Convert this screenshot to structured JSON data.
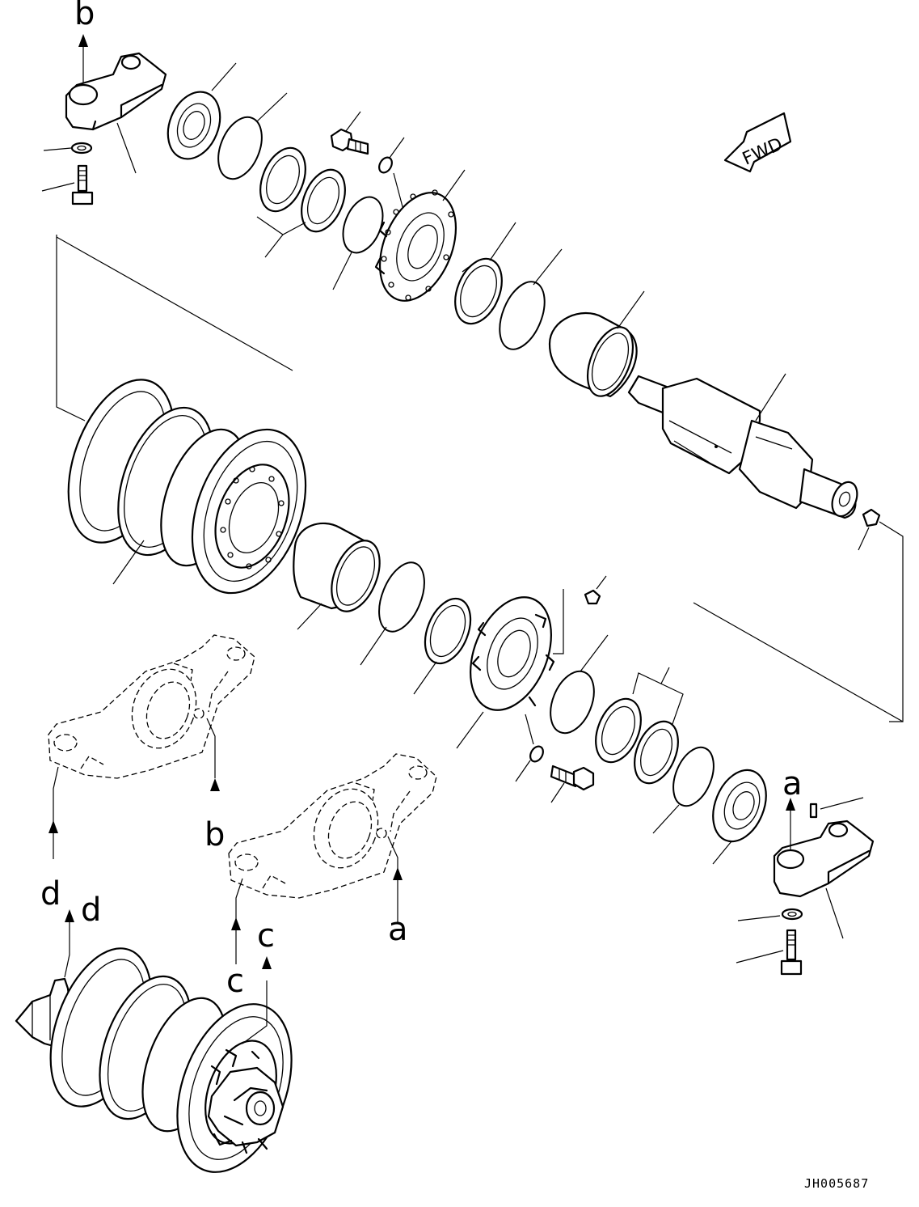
{
  "labels": {
    "a_top": "a",
    "a_bottom": "a",
    "b_top": "b",
    "b_middle": "b",
    "c_left": "c",
    "c_right": "c",
    "d_left": "d",
    "d_right": "d"
  },
  "direction_indicator": "FWD",
  "drawing_code": "JH005687"
}
